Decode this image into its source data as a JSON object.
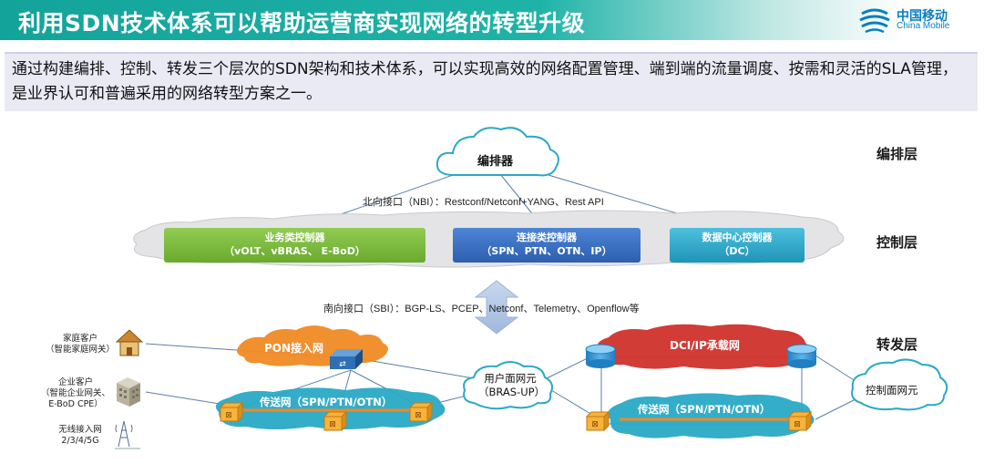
{
  "header": {
    "title": "利用SDN技术体系可以帮助运营商实现网络的转型升级",
    "logo_cn": "中国移动",
    "logo_en": "China Mobile"
  },
  "intro": {
    "text": "通过构建编排、控制、转发三个层次的SDN架构和技术体系，可以实现高效的网络配置管理、端到端的流量调度、按需和灵活的SLA管理，是业界认可和普遍采用的网络转型方案之一。"
  },
  "layers": {
    "orchestration": "编排层",
    "control": "控制层",
    "forwarding": "转发层"
  },
  "orchestrator": {
    "label": "编排器"
  },
  "nbi": {
    "label": "北向接口（NBI）：Restconf/Netconf+YANG、Rest API"
  },
  "sbi": {
    "label": "南向接口（SBI）：BGP-LS、PCEP、Netconf、Telemetry、Openflow等"
  },
  "controllers": [
    {
      "line1": "业务类控制器",
      "line2": "（vOLT、vBRAS、 E-BoD）"
    },
    {
      "line1": "连接类控制器",
      "line2": "（SPN、PTN、OTN、IP）"
    },
    {
      "line1": "数据中心控制器",
      "line2": "（DC）"
    }
  ],
  "clients": [
    {
      "line1": "家庭客户",
      "line2": "（智能家庭网关）"
    },
    {
      "line1": "企业客户",
      "line2": "（智能企业网关、",
      "line3": "E-BoD CPE）"
    },
    {
      "line1": "无线接入网",
      "line2": "2/3/4/5G"
    }
  ],
  "networks": {
    "pon": "PON接入网",
    "transport_left": "传送网（SPN/PTN/OTN）",
    "transport_right": "传送网（SPN/PTN/OTN）",
    "dci": "DCI/IP承载网",
    "bras_up_line1": "用户面网元",
    "bras_up_line2": "（BRAS-UP）",
    "cp_element": "控制面网元"
  },
  "colors": {
    "header": "#13a39a",
    "business_controller": "#7cba3d",
    "connection_controller": "#3b6fc0",
    "dc_controller": "#2fa7c9",
    "pon_cloud": "#f08a24",
    "transport_cloud": "#29a9c6",
    "dci_cloud": "#d0322b",
    "node_orange": "#f7b33a"
  },
  "icons": [
    "house-icon",
    "building-icon",
    "antenna-icon",
    "router-icon",
    "database-icon",
    "transport-node-icon",
    "logo-icon"
  ]
}
